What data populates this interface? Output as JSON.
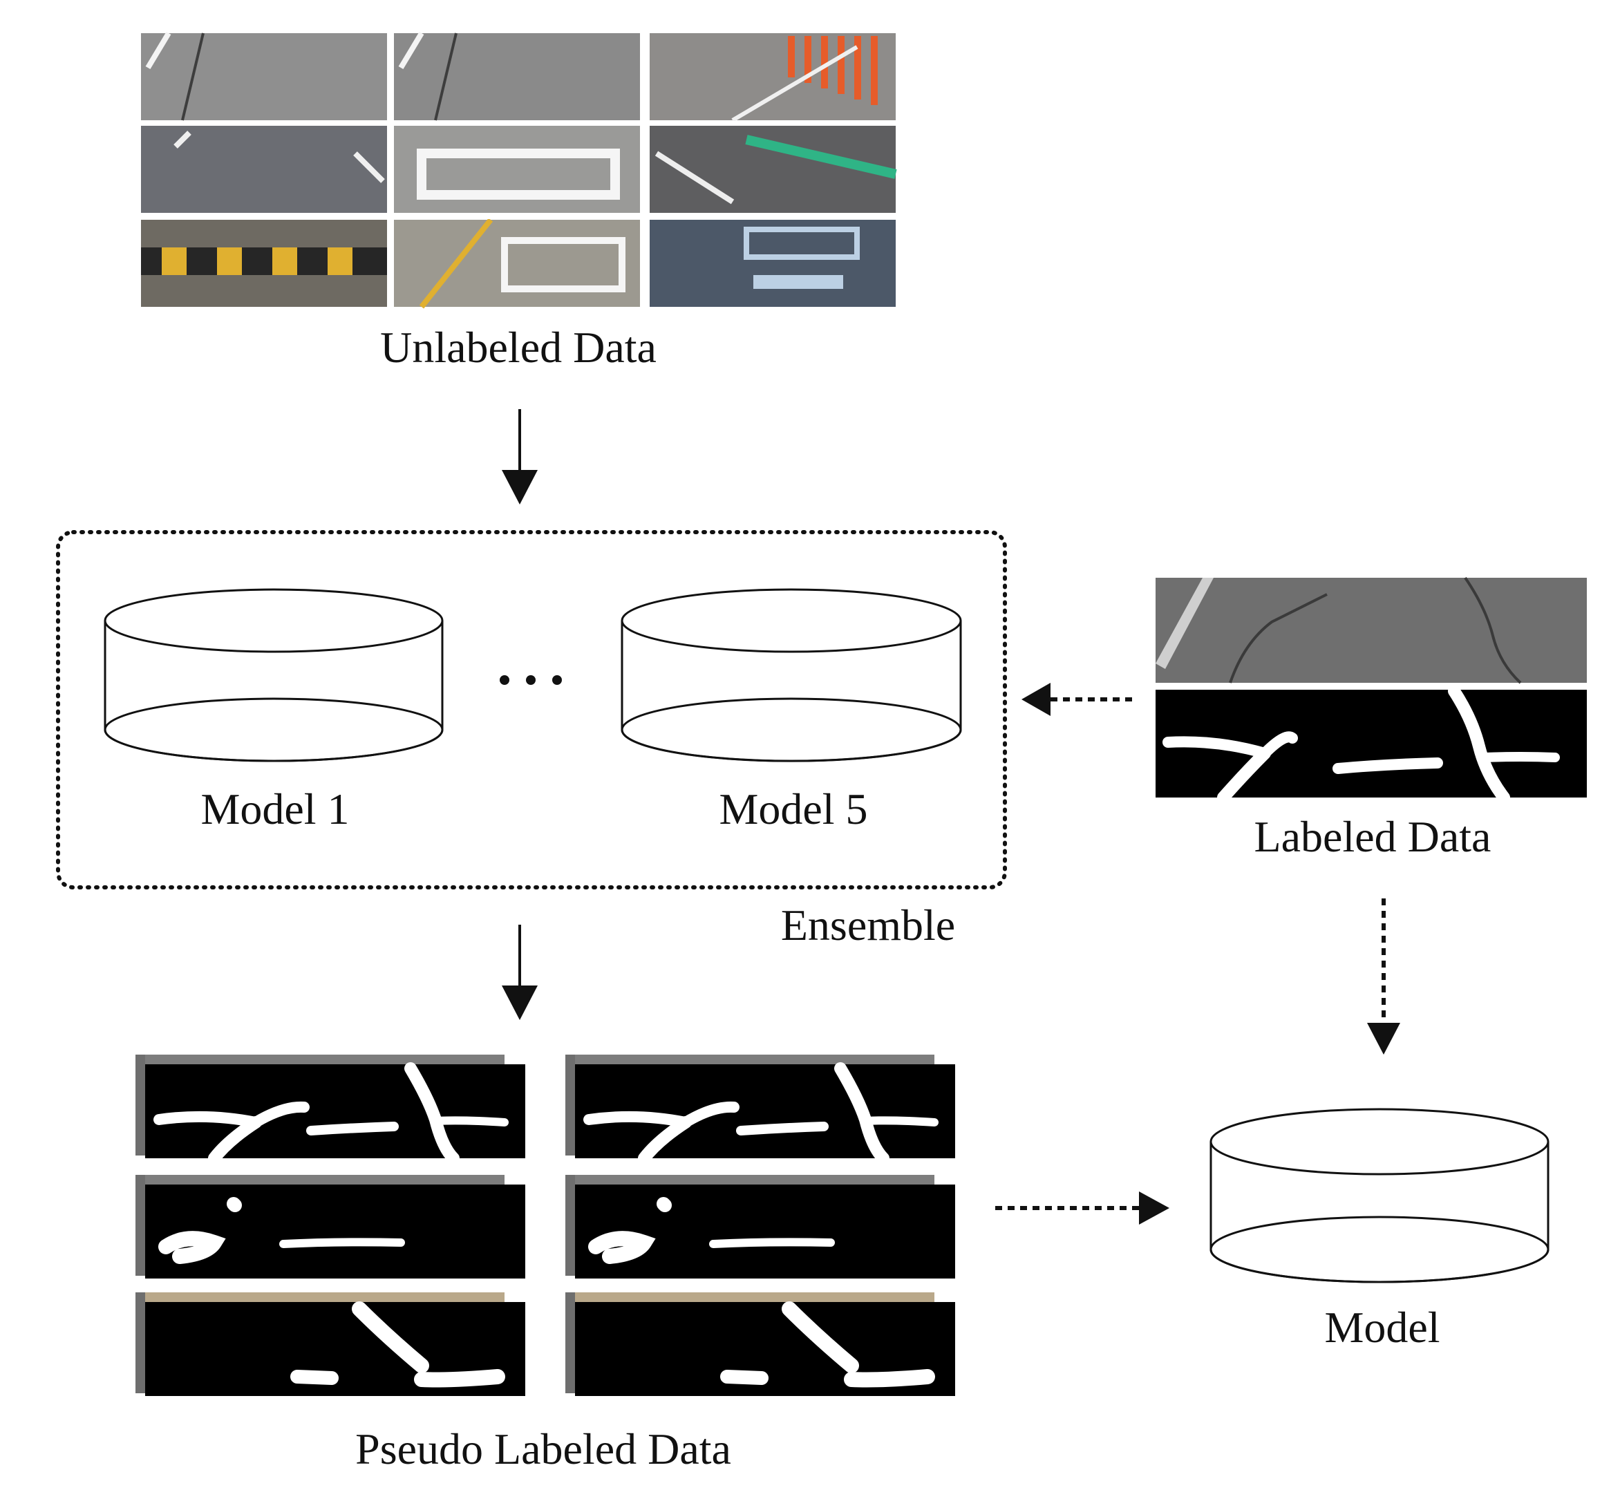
{
  "labels": {
    "unlabeled": "Unlabeled Data",
    "model1": "Model 1",
    "dots": "···",
    "model5": "Model 5",
    "ensemble": "Ensemble",
    "labeled": "Labeled Data",
    "pseudo": "Pseudo Labeled Data",
    "model": "Model"
  },
  "unlabeled_tiles": [
    {
      "base": "#8f8f8f",
      "mark": "#f4f4f4"
    },
    {
      "base": "#8a8a8a",
      "mark": "#f4f4f4"
    },
    {
      "base": "#8e8c8a",
      "mark": "#e65c2a"
    },
    {
      "base": "#6b6d73",
      "mark": "#f0f0f0"
    },
    {
      "base": "#9a9a98",
      "mark": "#f5f5f5"
    },
    {
      "base": "#5e5e60",
      "mark": "#2fb486"
    },
    {
      "base": "#6e6a62",
      "mark": "#e0b030"
    },
    {
      "base": "#9c9990",
      "mark": "#f5f5f5"
    },
    {
      "base": "#4c5868",
      "mark": "#bcd0e4"
    }
  ],
  "colors": {
    "arrow": "#111111",
    "mask_bg": "#000000",
    "mask_fg": "#ffffff",
    "road": "#7a7a7a"
  }
}
